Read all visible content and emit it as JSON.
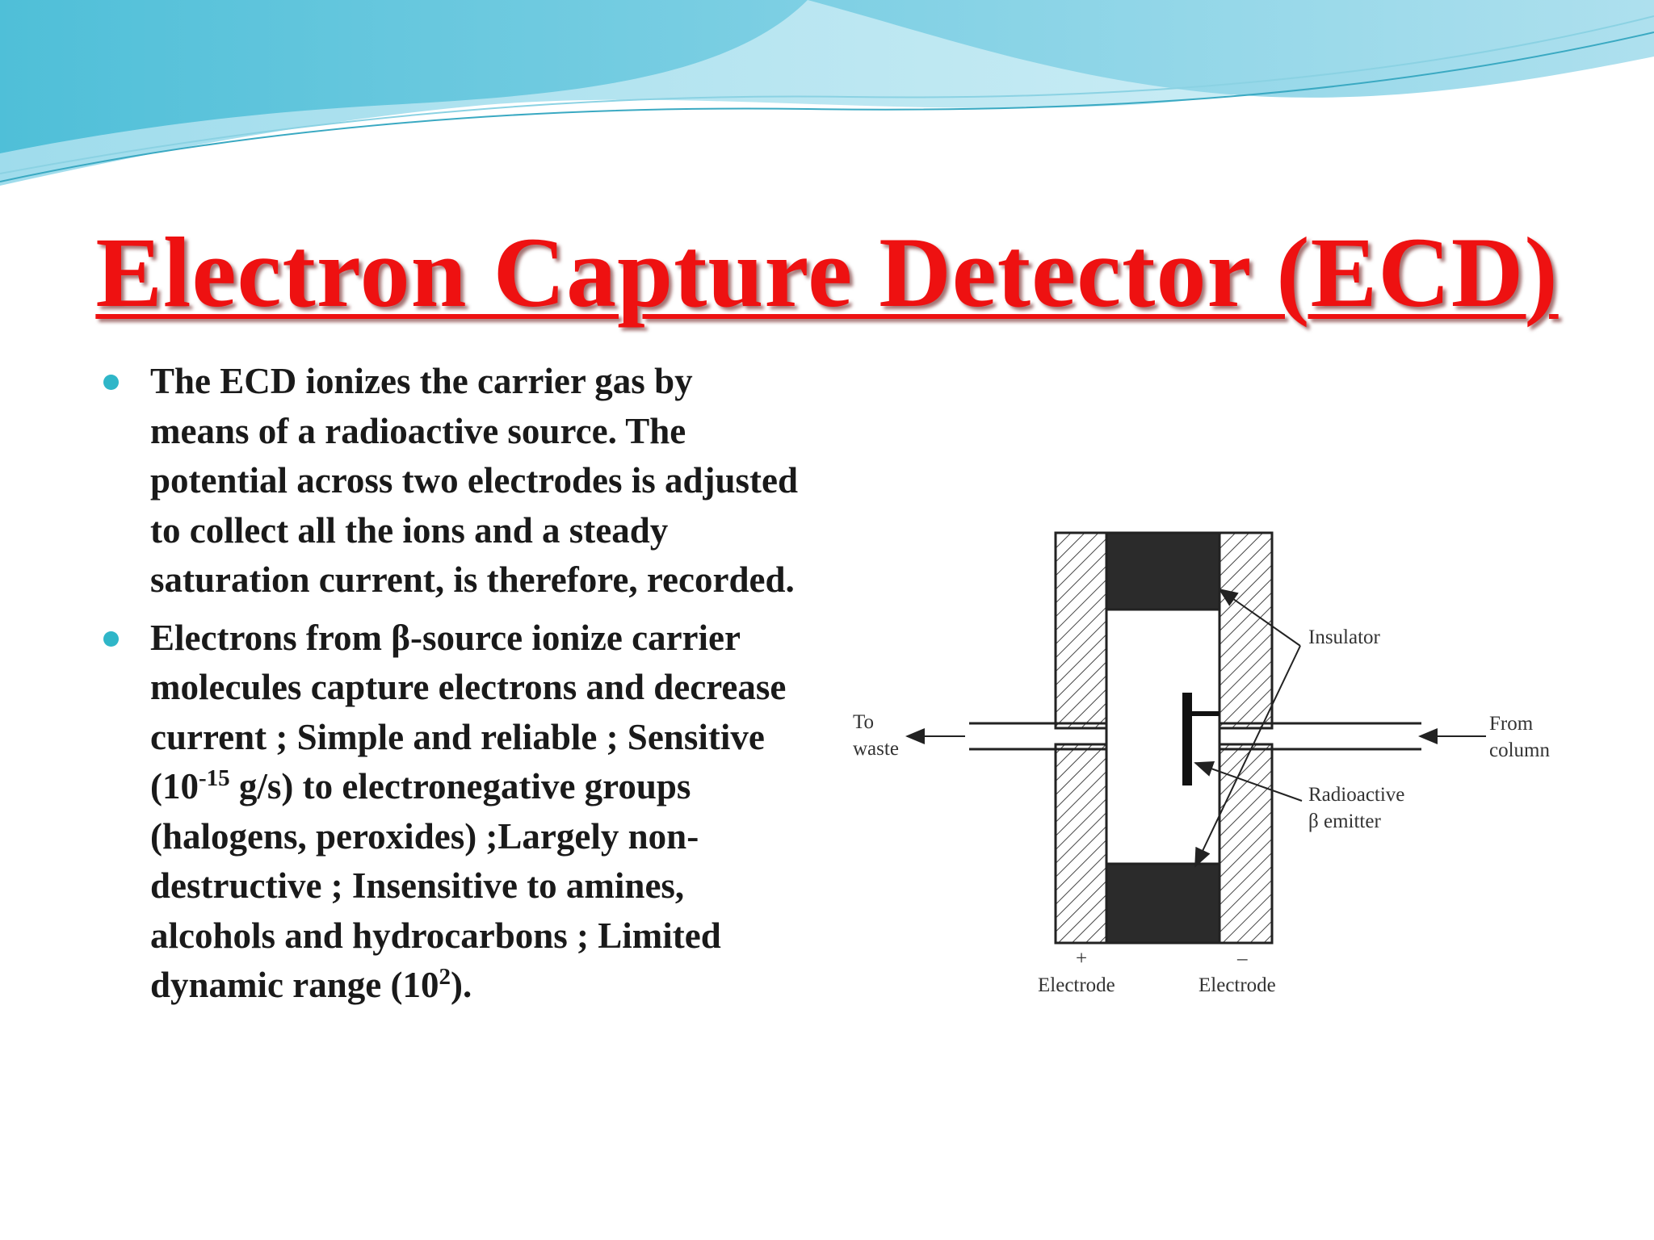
{
  "slide": {
    "title": "Electron Capture Detector (ECD)",
    "title_color": "#ee1111",
    "bullet_color": "#2fb6c8",
    "header_wave_colors": [
      "#5fc4dc",
      "#8fd6e8",
      "#bfe8f1"
    ],
    "bullets": [
      {
        "text": "The ECD ionizes the carrier gas by means of a radioactive source. The potential across two electrodes is adjusted to collect all the ions and a steady saturation current, is therefore, recorded."
      },
      {
        "part1": "Electrons from β-source ionize carrier  molecules capture electrons and decrease current ; Simple and reliable ; Sensitive (10",
        "sup1": "-15",
        "part2": " g/s) to electronegative groups (halogens, peroxides) ;Largely non-destructive ; Insensitive to amines, alcohols and hydrocarbons ; Limited dynamic range (10",
        "sup2": "2",
        "part3": ")."
      }
    ]
  },
  "diagram": {
    "labels": {
      "insulator": "Insulator",
      "to_waste_line1": "To",
      "to_waste_line2": "waste",
      "from_column_line1": "From",
      "from_column_line2": "column",
      "radioactive_line1": "Radioactive",
      "radioactive_line2": "β emitter",
      "electrode_plus_sign": "+",
      "electrode_minus_sign": "–",
      "electrode_left": "Electrode",
      "electrode_right": "Electrode"
    }
  }
}
